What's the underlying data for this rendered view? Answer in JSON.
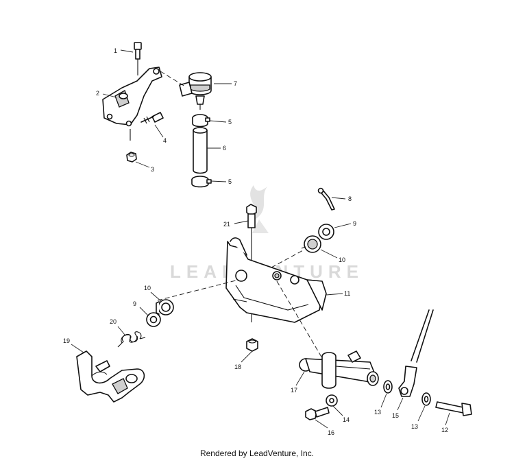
{
  "watermark": "LEADVENTURE",
  "footer": "Rendered by LeadVenture, Inc.",
  "callouts": [
    "1",
    "2",
    "7",
    "4",
    "5",
    "6",
    "3",
    "5",
    "8",
    "21",
    "9",
    "10",
    "11",
    "10",
    "9",
    "20",
    "19",
    "18",
    "17",
    "13",
    "15",
    "13",
    "12",
    "14",
    "16"
  ]
}
